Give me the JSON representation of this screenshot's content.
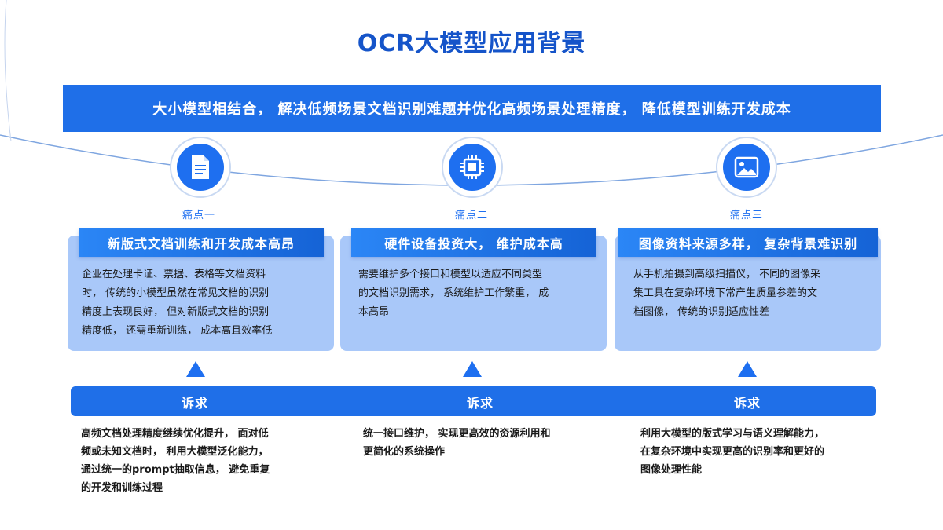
{
  "title": "OCR大模型应用背景",
  "banner": "大小模型相结合， 解决低频场景文档识别难题并优化高频场景处理精度， 降低模型训练开发成本",
  "pain_points": [
    {
      "label": "痛点一",
      "icon": "document-icon",
      "heading": "新版式文档训练和开发成本高昂",
      "text_lines": [
        "企业在处理卡证、票据、表格等文档资料",
        "时， 传统的小模型虽然在常见文档的识别",
        "精度上表现良好， 但对新版式文档的识别",
        "精度低， 还需重新训练， 成本高且效率低"
      ]
    },
    {
      "label": "痛点二",
      "icon": "chip-icon",
      "heading": "硬件设备投资大， 维护成本高",
      "text_lines": [
        "需要维护多个接口和模型以适应不同类型",
        "的文档识别需求， 系统维护工作繁重， 成",
        "本高昂"
      ]
    },
    {
      "label": "痛点三",
      "icon": "image-icon",
      "heading": "图像资料来源多样， 复杂背景难识别",
      "text_lines": [
        "从手机拍摄到高级扫描仪， 不同的图像采",
        "集工具在复杂环境下常产生质量参差的文",
        "档图像， 传统的识别适应性差"
      ]
    }
  ],
  "demands": [
    {
      "label": "诉求",
      "text_lines": [
        "高频文档处理精度继续优化提升， 面对低",
        "频或未知文档时， 利用大模型泛化能力，",
        "通过统一的prompt抽取信息， 避免重复",
        "的开发和训练过程"
      ]
    },
    {
      "label": "诉求",
      "text_lines": [
        "统一接口维护， 实现更高效的资源利用和",
        "更简化的系统操作"
      ]
    },
    {
      "label": "诉求",
      "text_lines": [
        "利用大模型的版式学习与语义理解能力，",
        "在复杂环境中实现更高的识别率和更好的",
        "图像处理性能"
      ]
    }
  ],
  "colors": {
    "primary": "#1f6fe8",
    "title": "#1554c9",
    "card": "#a9c8f9"
  }
}
